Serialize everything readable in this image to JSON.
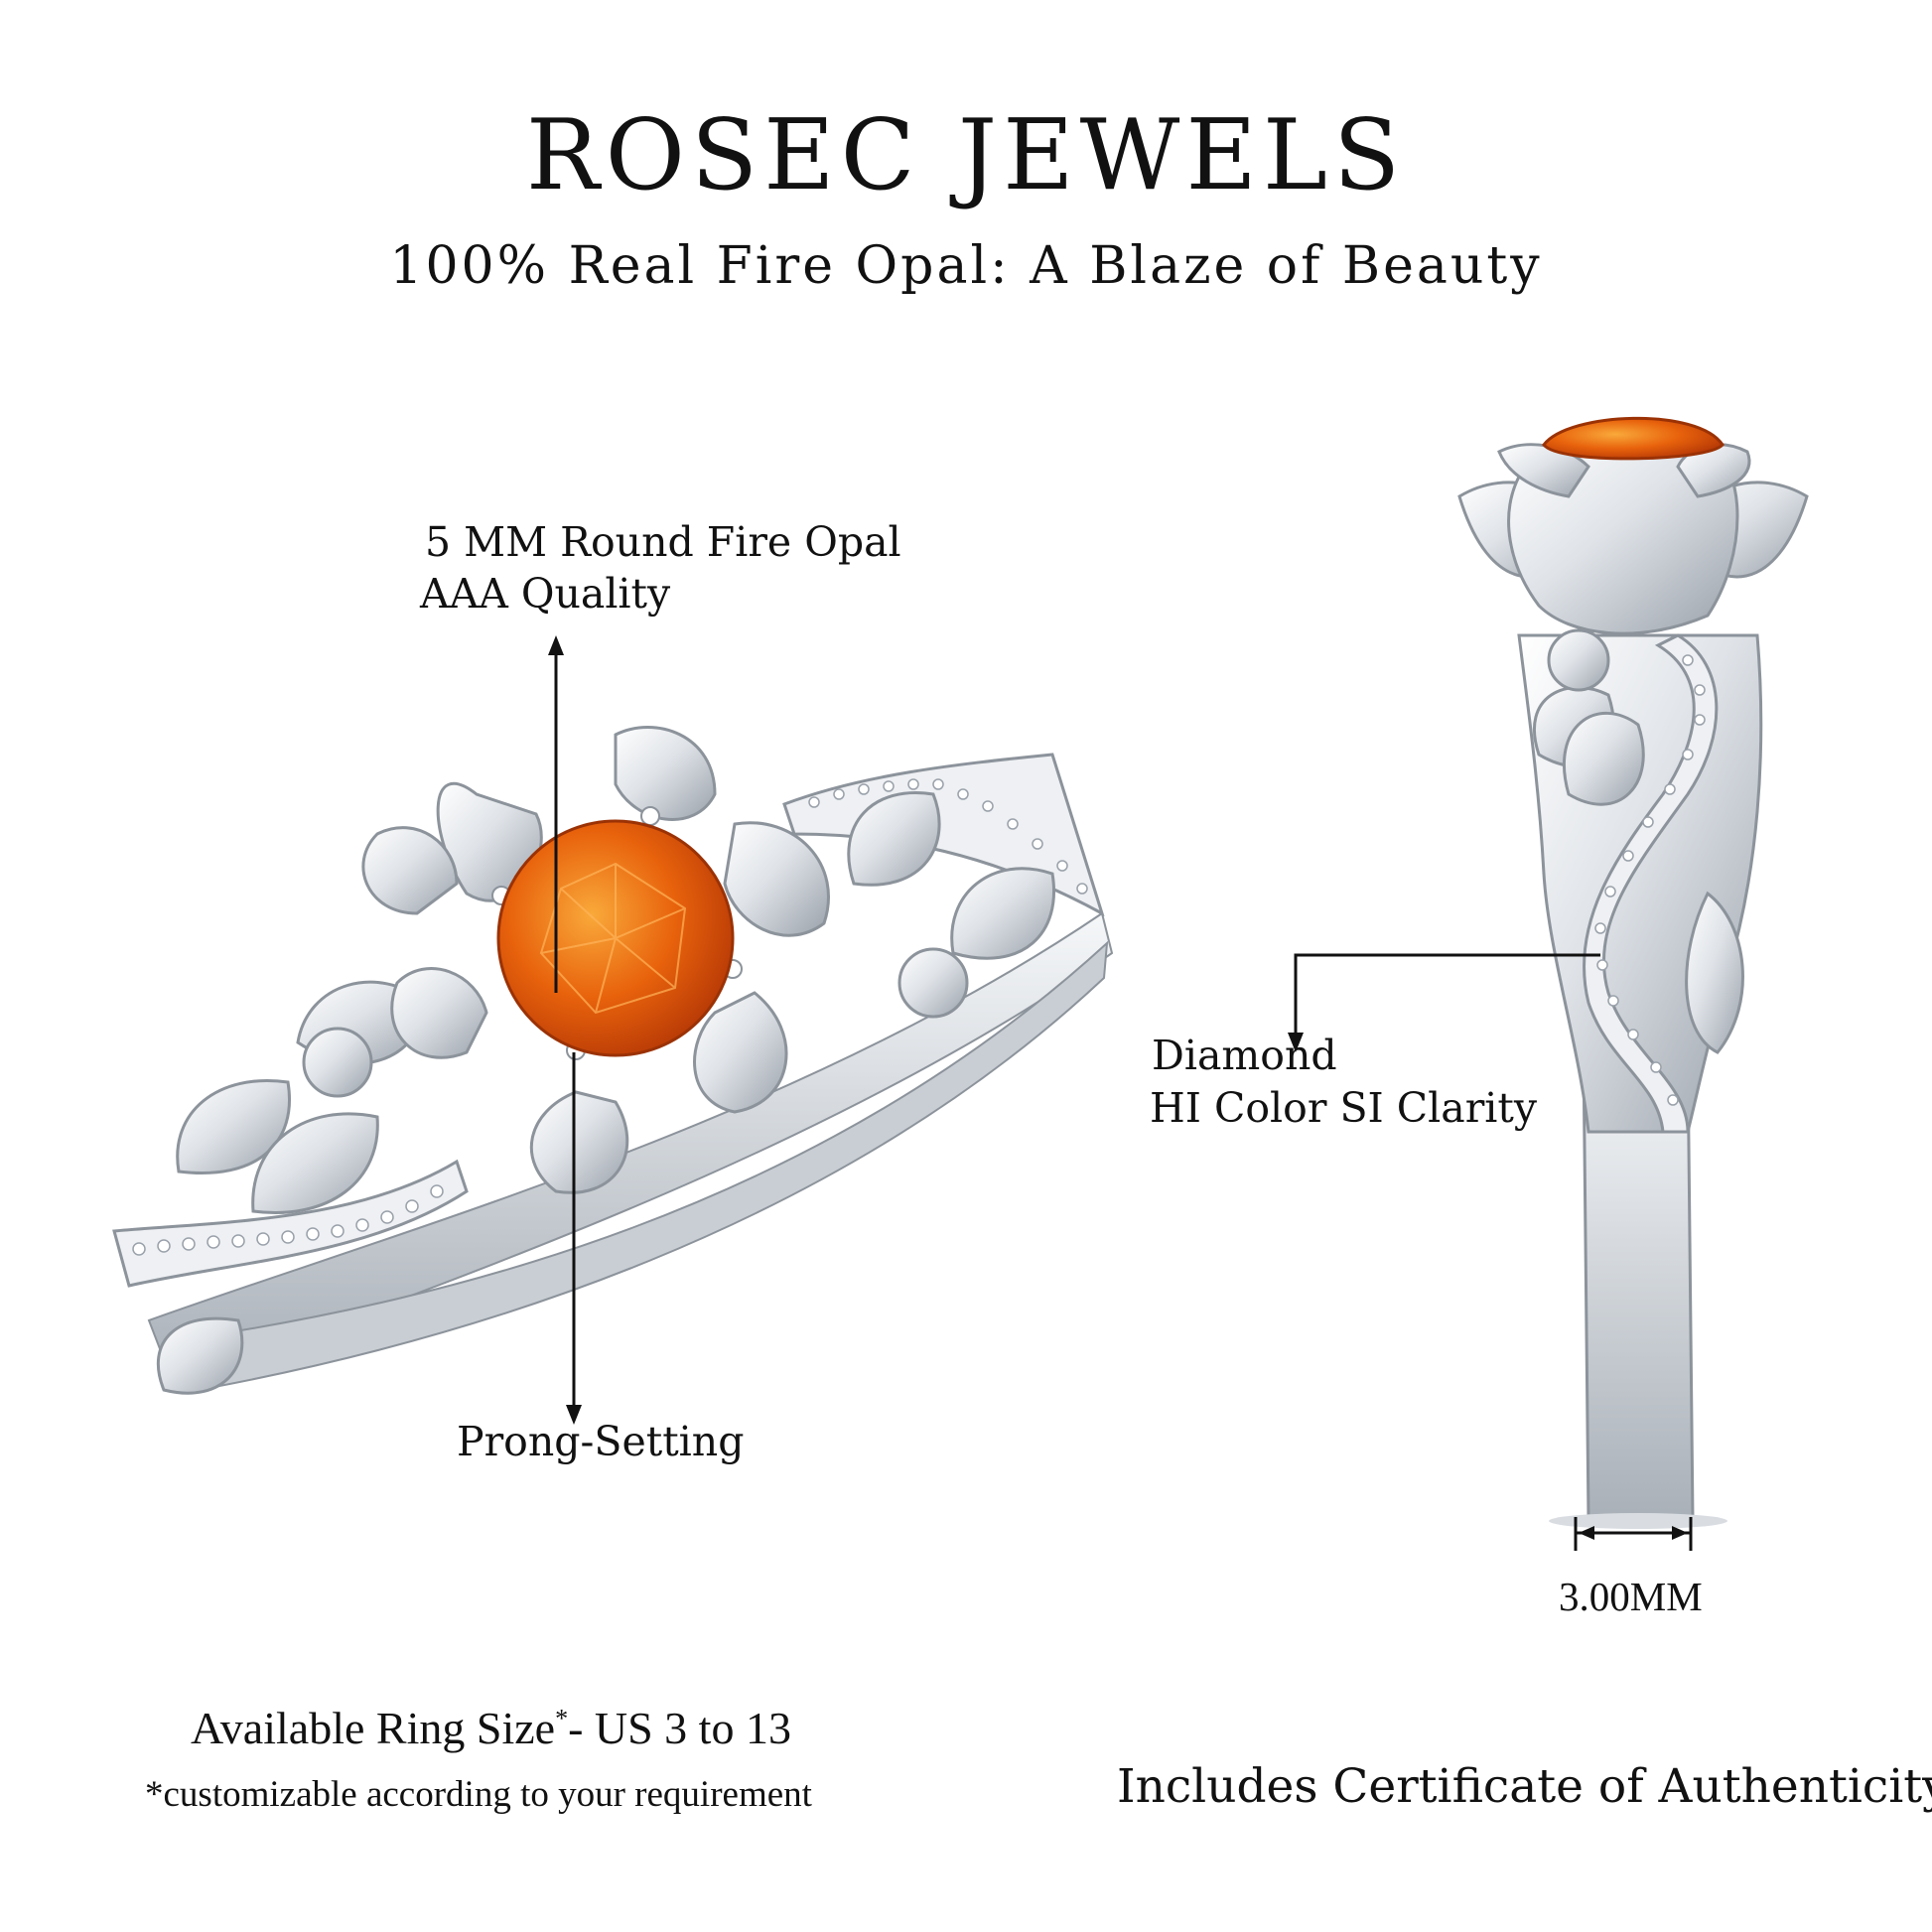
{
  "header": {
    "brand": "ROSEC JEWELS",
    "tagline": "100% Real Fire Opal: A Blaze of Beauty"
  },
  "callouts": {
    "stone_line1": "5 MM Round Fire Opal",
    "stone_line2": "AAA Quality",
    "setting": "Prong-Setting",
    "diamond_line1": "Diamond",
    "diamond_line2": "HI Color SI Clarity",
    "band_width": "3.00MM"
  },
  "footer": {
    "ring_size_main": "Available Ring Size",
    "ring_size_star": "*",
    "ring_size_range": "- US 3 to 13",
    "ring_size_note": "*customizable according to your requirement",
    "certificate": "Includes Certificate of Authenticity"
  },
  "colors": {
    "metal": "#dfe3e8",
    "metal_shadow": "#9aa1aa",
    "opal": "#e8620c",
    "opal_light": "#f59a2a",
    "text": "#111111"
  }
}
